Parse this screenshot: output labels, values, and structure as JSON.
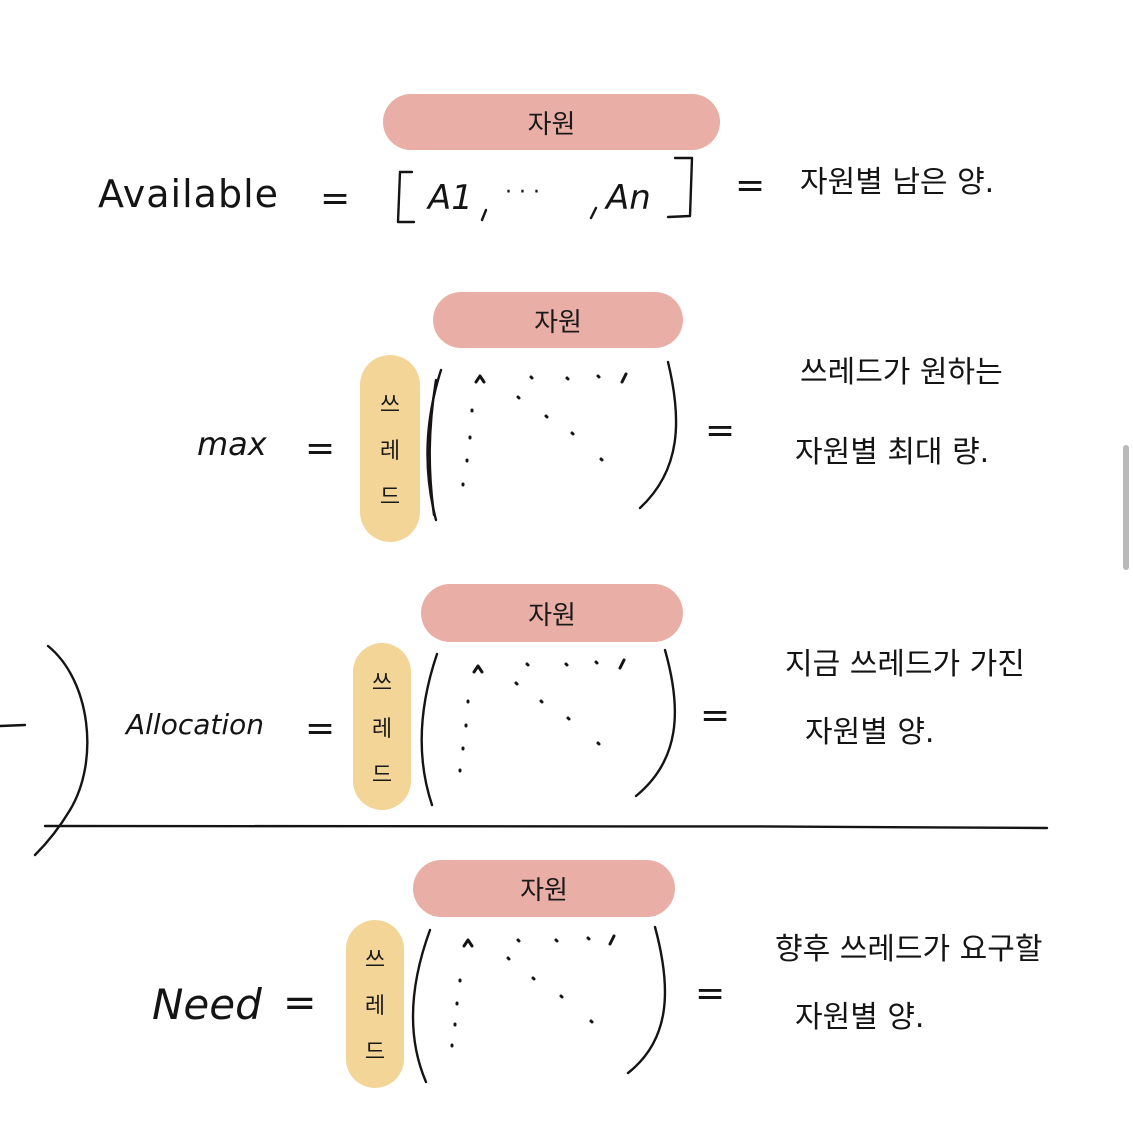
{
  "resource_label": "자원",
  "thread_chars": [
    "쓰",
    "레",
    "드"
  ],
  "available": {
    "name": "Available",
    "equals": "=",
    "vector_first": "A1",
    "vector_ellipsis": "· · ·",
    "vector_last": "An",
    "description": "자원별 남은 양."
  },
  "max": {
    "name": "max",
    "equals": "=",
    "desc_line1": "쓰레드가 원하는",
    "desc_line2": "자원별 최대 량."
  },
  "allocation": {
    "name": "Allocation",
    "equals": "=",
    "desc_line1": "지금 쓰레드가 가진",
    "desc_line2": "자원별 양."
  },
  "need": {
    "name": "Need",
    "equals": "=",
    "desc_line1": "향후 쓰레드가 요구할",
    "desc_line2": "자원별 양."
  },
  "colors": {
    "resource_pill": "#e9aea5",
    "thread_pill": "#f4d598",
    "ink": "#141414"
  }
}
